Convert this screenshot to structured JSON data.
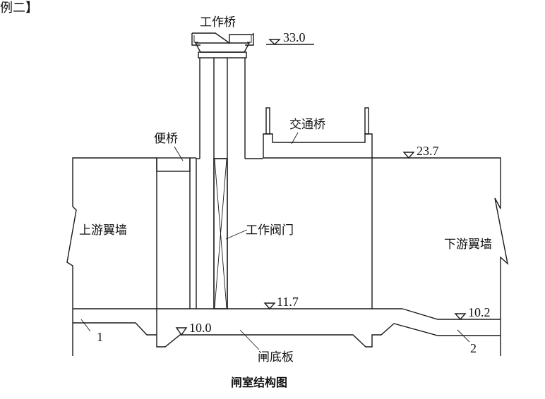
{
  "corner_text": "例二】",
  "caption": "闸室结构图",
  "labels": {
    "work_bridge": "工作桥",
    "service_bridge": "便桥",
    "traffic_bridge": "交通桥",
    "upstream_wing_wall": "上游翼墙",
    "work_gate": "工作阀门",
    "downstream_wing_wall": "下游翼墙",
    "floor_slab": "闸底板",
    "marker_1": "1",
    "marker_2": "2"
  },
  "elevations": {
    "work_bridge_top": "33.0",
    "traffic_bridge_deck": "23.7",
    "sill": "11.7",
    "floor_bottom": "10.0",
    "downstream_bed": "10.2"
  },
  "colors": {
    "line": "#1a1a1a",
    "background": "#ffffff"
  }
}
